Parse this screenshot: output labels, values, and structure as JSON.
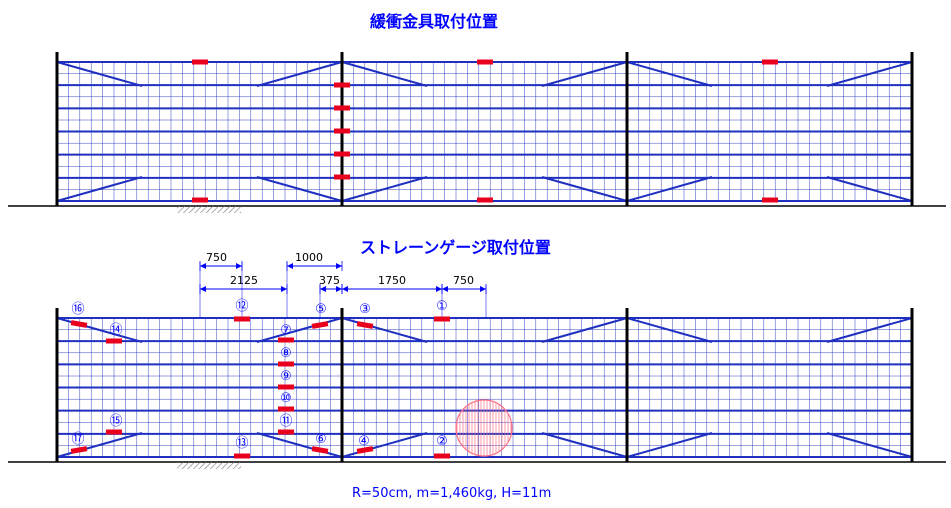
{
  "titles": {
    "top": "緩衝金具取付位置",
    "bottom": "ストレーンゲージ取付位置",
    "footer": "R=50cm,  m=1,460kg,  H=11m"
  },
  "dimensions": [
    "750",
    "1000",
    "2125",
    "375",
    "1750",
    "750"
  ],
  "gauges": [
    "①",
    "②",
    "③",
    "④",
    "⑤",
    "⑥",
    "⑦",
    "⑧",
    "⑨",
    "⑩",
    "⑪",
    "⑫",
    "⑬",
    "⑭",
    "⑮",
    "⑯",
    "⑰"
  ],
  "colors": {
    "net": "#1f2fbf",
    "pad": "#e8001c",
    "post": "#000000",
    "label": "#0000ff",
    "impact": "#ff9aa8"
  }
}
